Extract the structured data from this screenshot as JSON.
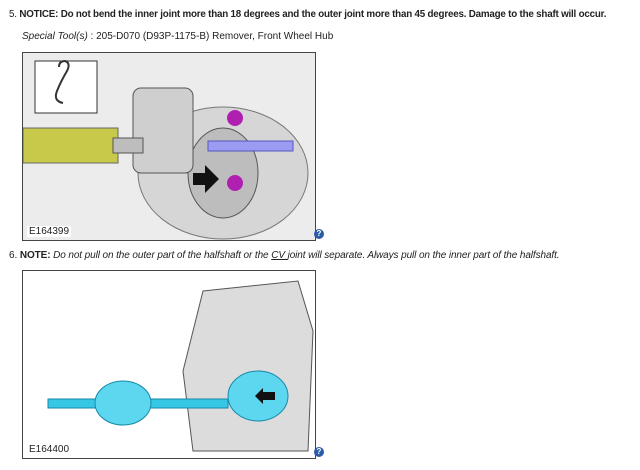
{
  "step5": {
    "number": "5.",
    "notice_label": "NOTICE:",
    "notice_text": "Do not bend the inner joint more than 18 degrees and the outer joint more than 45 degrees. Damage to the shaft will occur.",
    "tool_label": "Special Tool(s)",
    "tool_text": " : 205-D070 (D93P-1175-B) Remover, Front Wheel Hub",
    "figure_id": "E164399"
  },
  "step6": {
    "number": "6.",
    "note_label": "NOTE:",
    "note_pre": "Do not pull on the outer part of the halfshaft or the ",
    "note_link": "CV ",
    "note_post": "joint will separate. Always pull on the inner part of the halfshaft.",
    "figure_id": "E164400"
  },
  "help_icon": "?"
}
